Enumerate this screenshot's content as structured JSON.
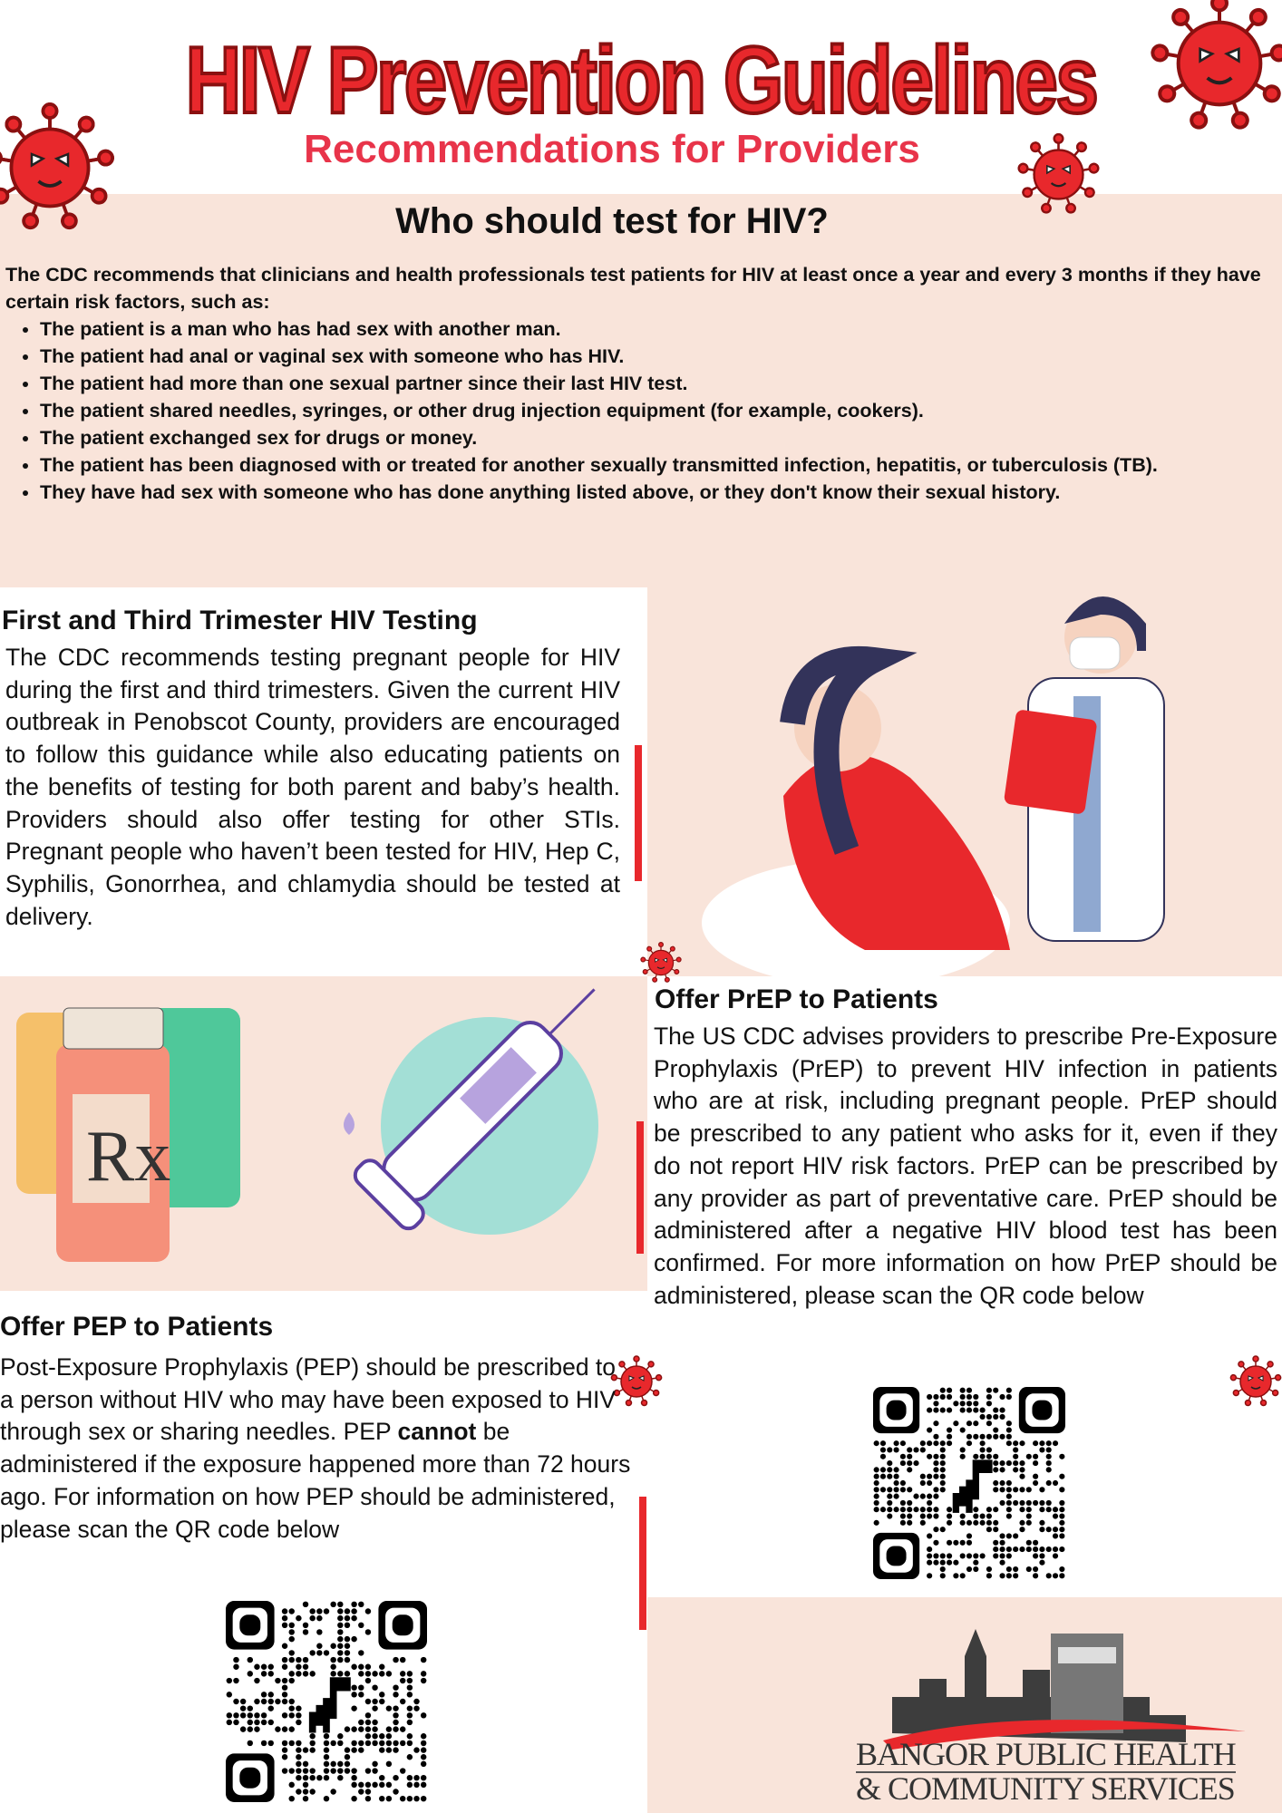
{
  "header": {
    "title": "HIV Prevention Guidelines",
    "subtitle": "Recommendations for Providers"
  },
  "who_should_test": {
    "heading": "Who should test for HIV?",
    "intro": "The CDC recommends that clinicians and health professionals test patients for HIV at least once a year and every 3 months if they have certain risk factors, such as:",
    "items": [
      "The patient is a man who has had sex with another man.",
      "The patient had anal or vaginal sex with someone who has HIV.",
      "The patient had more than one sexual partner since their last HIV test.",
      "The patient shared needles, syringes, or other drug injection equipment (for example, cookers).",
      "The patient exchanged sex for drugs or money.",
      "The patient has been diagnosed with or treated for another sexually transmitted infection, hepatitis, or tuberculosis (TB).",
      "They have had sex with someone who has done anything listed above, or they don't know their sexual history."
    ]
  },
  "trimester": {
    "heading": "First and Third Trimester HIV Testing",
    "body": "The CDC recommends testing pregnant people for HIV during the first and third trimesters. Given the current HIV outbreak in Penobscot County, providers are encouraged to follow this guidance while also educating patients on the benefits of testing for both parent and baby’s health. Providers should also offer testing for other STIs. Pregnant people who haven’t been tested for HIV, Hep C, Syphilis, Gonorrhea, and chlamydia should be tested at delivery."
  },
  "prep": {
    "heading": "Offer PrEP to Patients",
    "body": "The US CDC advises providers to prescribe Pre-Exposure Prophylaxis (PrEP) to prevent HIV infection in patients who are at risk, including pregnant people.  PrEP should be prescribed to any patient who asks for it, even if they do not report HIV risk factors. PrEP can be prescribed by any provider as part of preventative care. PrEP should be administered after a negative HIV blood test has been confirmed. For more information on how PrEP should be administered, please scan the QR code  below"
  },
  "pep": {
    "heading": "Offer PEP to Patients",
    "body_before": "Post-Exposure Prophylaxis (PEP) should be prescribed to a person without HIV who may have been exposed to HIV through sex or sharing needles. PEP ",
    "body_bold": "cannot",
    "body_after": " be administered if the exposure happened more than 72 hours ago. For information on how PEP should be administered, please scan the QR code below"
  },
  "rx_label": "Rx",
  "logo": {
    "line1": "BANGOR PUBLIC HEALTH",
    "line2": "& COMMUNITY SERVICES"
  },
  "colors": {
    "accent": "#e8282c",
    "peach": "#f9e4da"
  }
}
